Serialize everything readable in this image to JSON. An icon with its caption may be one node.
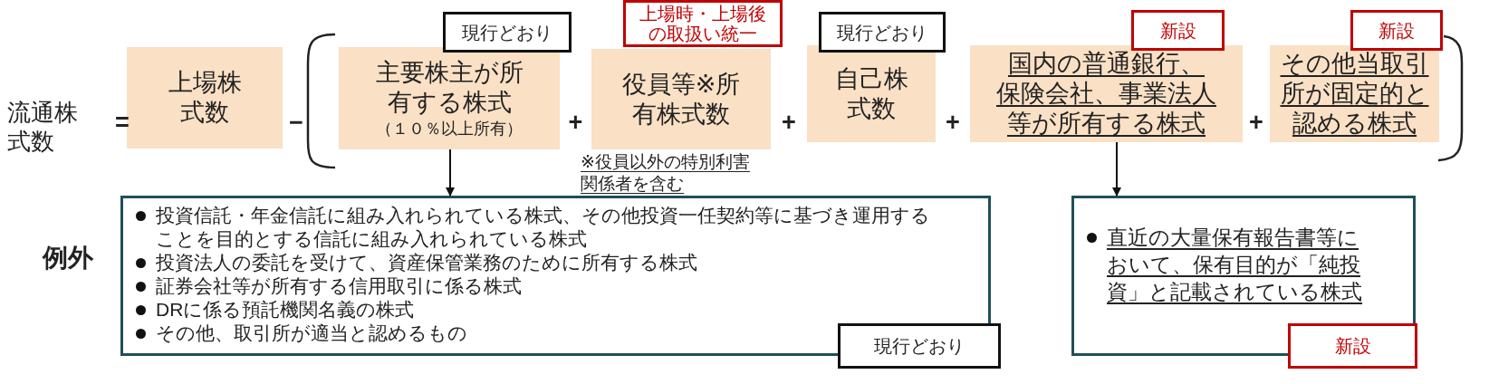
{
  "diagram": {
    "nodes": [
      {
        "text": [
          "上場株式数"
        ]
      },
      {
        "text": [
          "現行どおり"
        ]
      },
      {
        "text": [
          "主要株主が所有する株式",
          "（１０％以上所有）"
        ]
      },
      {
        "text": [
          "上場時・上場後の取扱い統一"
        ]
      },
      {
        "text": [
          "役員等※所有株式数"
        ],
        "beside": [
          "※役員以外の特別利害関係者を含む"
        ]
      },
      {
        "text": [
          "現行どおり"
        ]
      },
      {
        "text": [
          "自己株式数"
        ]
      },
      {
        "text": [
          "新設"
        ]
      },
      {
        "text": [
          "国内の普通銀行、保険会社、事業法人等が所有する株式"
        ]
      },
      {
        "text": [
          "新設"
        ]
      },
      {
        "text": [
          "その他当取引所が固定的と認める株式"
        ]
      },
      {
        "text": [
          "投資信託・年金信託に組み入れられている株式、その他投資一任契約等に基づき運用することを目的とする信託に組み入れられている株式",
          "投資法人の委託を受けて、資産保管業務のために所有する株式",
          "証券会社等が所有する信用取引に係る株式",
          "DRに係る預託機関名義の株式",
          "その他、取引所が適当と認めるもの"
        ]
      },
      {
        "text": [
          "現行どおり"
        ]
      },
      {
        "text": [
          "直近の大量保有報告書等において、保有目的が「純投資」と記載されている株式"
        ]
      },
      {
        "text": [
          "新設"
        ]
      }
    ],
    "edges": [
      {
        "from": 2,
        "to": 11,
        "arrow": "to"
      },
      {
        "from": 8,
        "to": 13,
        "arrow": "to"
      }
    ],
    "labels": [
      "流通株式数",
      "=",
      "−",
      "+",
      "+",
      "+",
      "+",
      "例外"
    ]
  }
}
